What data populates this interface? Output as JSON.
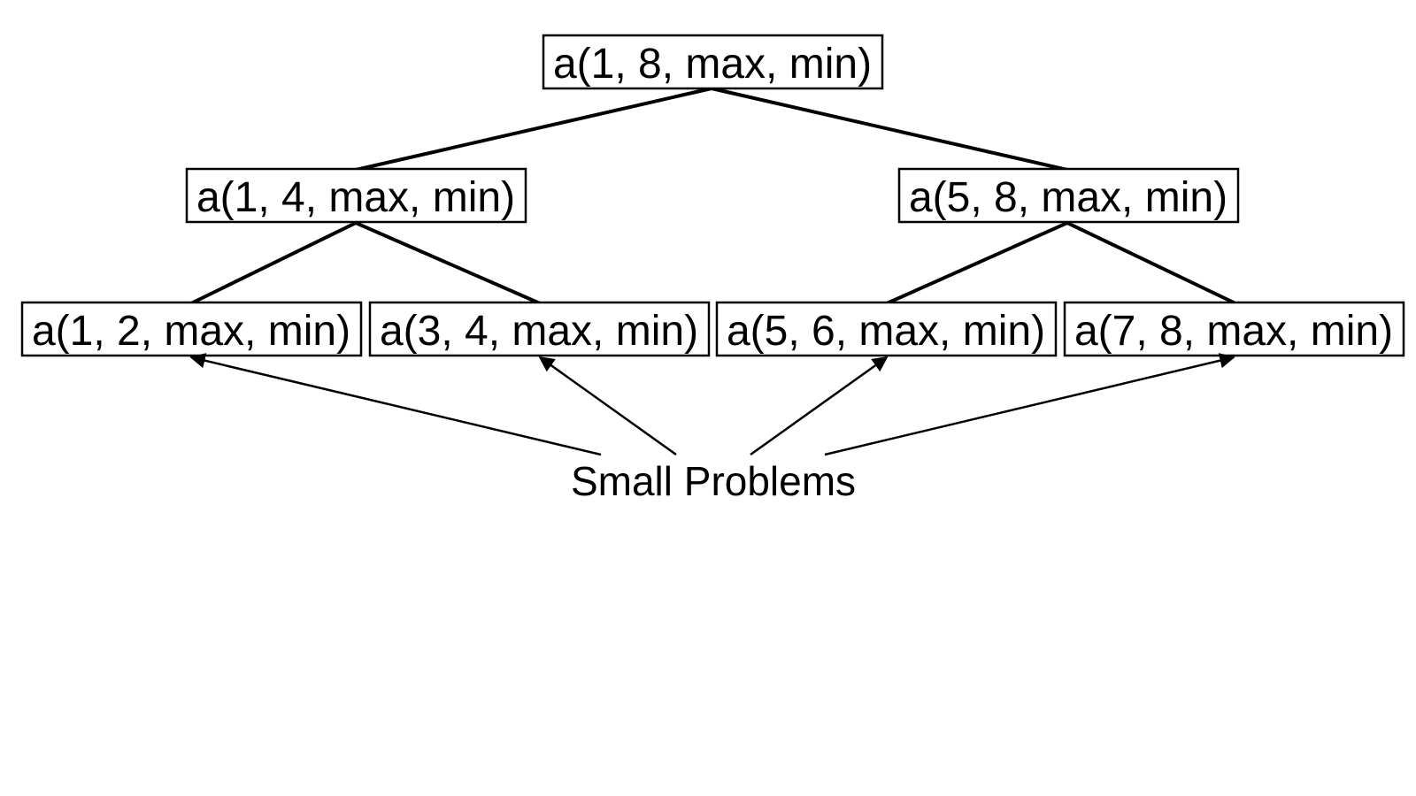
{
  "diagram": {
    "root": {
      "label": "a(1, 8, max, min)"
    },
    "level1": [
      {
        "label": "a(1, 4, max, min)"
      },
      {
        "label": "a(5, 8, max, min)"
      }
    ],
    "level2": [
      {
        "label": "a(1, 2, max, min)"
      },
      {
        "label": "a(3, 4, max, min)"
      },
      {
        "label": "a(5, 6, max, min)"
      },
      {
        "label": "a(7, 8, max, min)"
      }
    ],
    "annotation": {
      "label": "Small Problems"
    },
    "colors": {
      "stroke": "#000000",
      "background": "#ffffff"
    }
  }
}
